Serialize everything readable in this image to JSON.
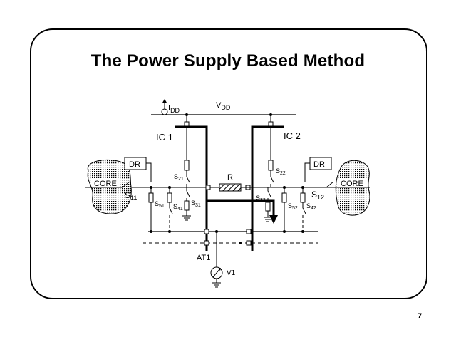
{
  "slide": {
    "title": "The Power Supply Based Method",
    "page_number": "7"
  },
  "diagram": {
    "vdd": {
      "main": "V",
      "sub": "DD"
    },
    "idd": {
      "main": "I",
      "sub": "DD"
    },
    "ic1": "IC 1",
    "ic2": "IC 2",
    "dr_left": "DR",
    "dr_right": "DR",
    "core_left": "CORE",
    "core_right": "CORE",
    "resistor": "R",
    "ammeter": "AT1",
    "voltmeter": "V1",
    "switches": {
      "s11": {
        "main": "S",
        "sub": "11"
      },
      "s21": {
        "main": "S",
        "sub": "21"
      },
      "s31": {
        "main": "S",
        "sub": "31"
      },
      "s41": {
        "main": "S",
        "sub": "41"
      },
      "s51": {
        "main": "S",
        "sub": "51"
      },
      "s12": {
        "main": "S",
        "sub": "12"
      },
      "s22": {
        "main": "S",
        "sub": "22"
      },
      "s32": {
        "main": "S",
        "sub": "32"
      },
      "s42": {
        "main": "S",
        "sub": "42"
      },
      "s52": {
        "main": "S",
        "sub": "52"
      }
    }
  }
}
